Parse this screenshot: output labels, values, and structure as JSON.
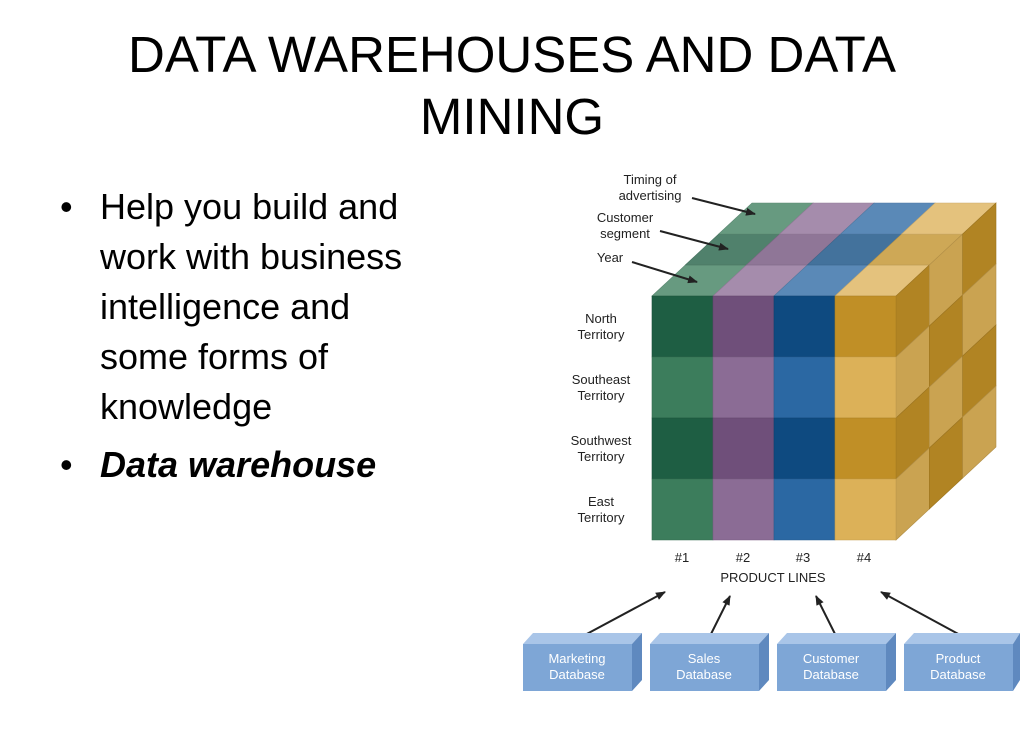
{
  "slide": {
    "title_line1": "DATA WAREHOUSES AND DATA",
    "title_line2": "MINING",
    "bullets": [
      {
        "text": "Help you build and work with business intelligence and some forms of knowledge",
        "lines": [
          "Help you build and",
          "work with business",
          "intelligence and",
          "some forms of",
          "knowledge"
        ],
        "emphasis": false
      },
      {
        "text": "Data warehouse",
        "lines": [
          "Data warehouse"
        ],
        "emphasis": true
      }
    ],
    "bullet_glyph": "•"
  },
  "diagram": {
    "top_labels": {
      "timing": [
        "Timing of",
        "advertising"
      ],
      "segment": [
        "Customer",
        "segment"
      ],
      "year": [
        "Year"
      ]
    },
    "rows": [
      {
        "label": [
          "North",
          "Territory"
        ]
      },
      {
        "label": [
          "Southeast",
          "Territory"
        ]
      },
      {
        "label": [
          "Southwest",
          "Territory"
        ]
      },
      {
        "label": [
          "East",
          "Territory"
        ]
      }
    ],
    "columns": [
      "#1",
      "#2",
      "#3",
      "#4"
    ],
    "axis_label": "PRODUCT LINES",
    "databases": [
      [
        "Marketing",
        "Database"
      ],
      [
        "Sales",
        "Database"
      ],
      [
        "Customer",
        "Database"
      ],
      [
        "Product",
        "Database"
      ]
    ],
    "colors": {
      "green_dark": "#1e5e43",
      "green_light": "#3c7d5c",
      "purple_dark": "#6f4f7a",
      "purple_light": "#8b6c95",
      "blue_dark": "#0e4a80",
      "blue_light": "#2b68a3",
      "gold_dark": "#c08f26",
      "gold_light": "#dcb158",
      "db_box": "#7ea6d6"
    }
  }
}
